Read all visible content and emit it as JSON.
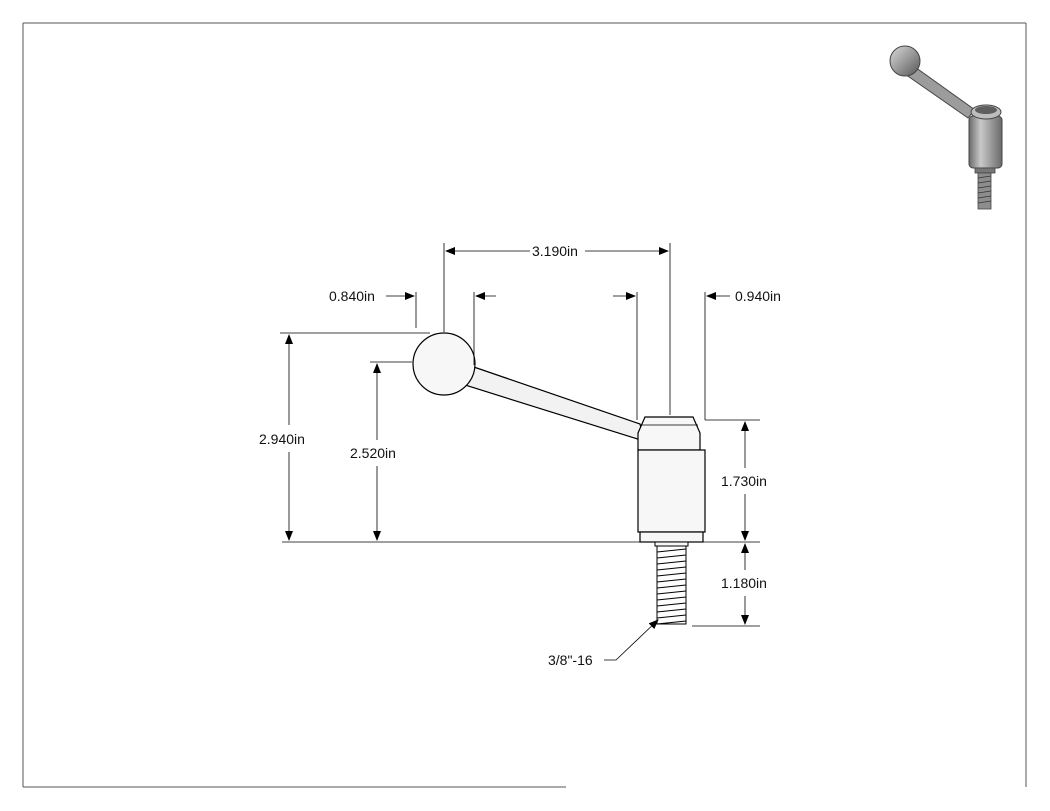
{
  "dimensions": {
    "ball_to_hub": "3.190in",
    "ball_diameter": "0.840in",
    "hub_diameter": "0.940in",
    "overall_height": "2.940in",
    "ball_center_height": "2.520in",
    "hub_height": "1.730in",
    "thread_length": "1.180in",
    "thread_spec": "3/8\"-16"
  },
  "colors": {
    "line": "#000000",
    "part_fill": "#e6e6e6",
    "thumb_fill": "#a9a9a9",
    "thumb_dark": "#5a5a5a"
  }
}
